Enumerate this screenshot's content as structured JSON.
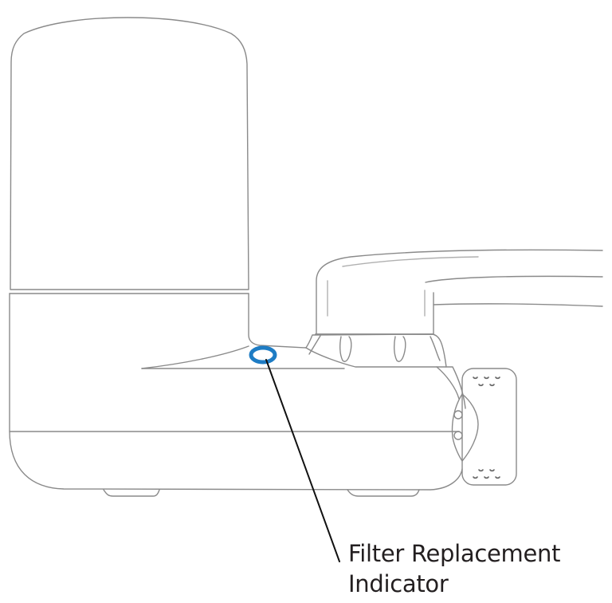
{
  "diagram": {
    "subject": "Faucet-mounted water filter, side view",
    "callout": {
      "line1": "Filter Replacement",
      "line2": "Indicator",
      "target": "filter-replacement-indicator-ring"
    },
    "colors": {
      "outline": "#8a8a8a",
      "indicator": "#1e7cc4",
      "leader_line": "#111111",
      "text": "#231f20",
      "background": "#ffffff"
    }
  }
}
